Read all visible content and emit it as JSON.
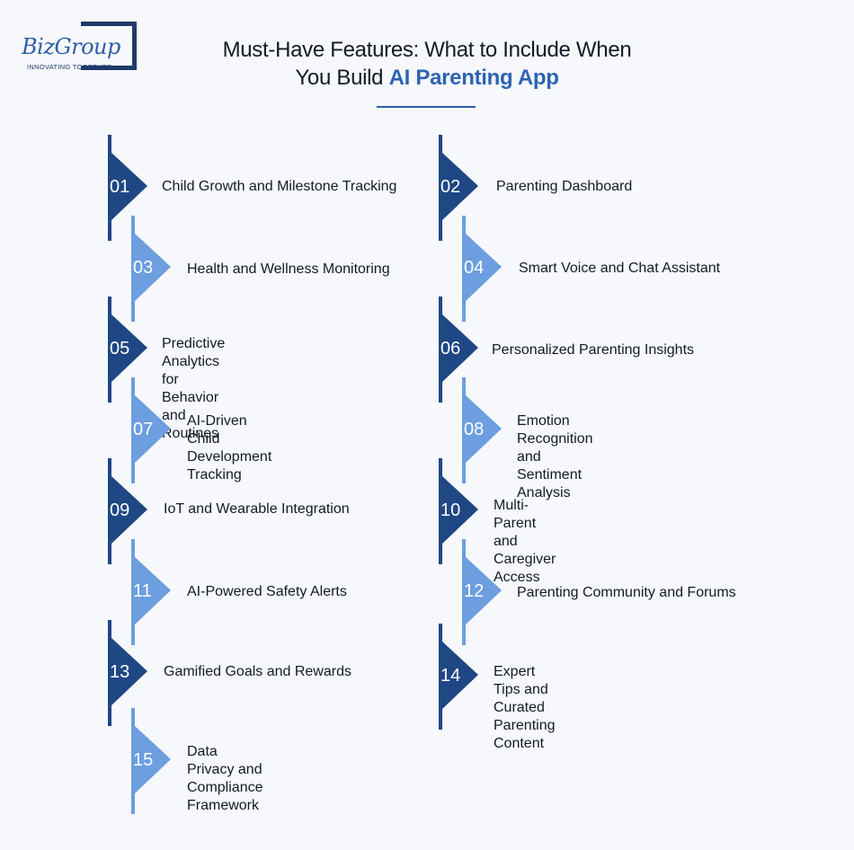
{
  "logo": {
    "word": "BizGroup",
    "tagline": "INNOVATING TOGETHER"
  },
  "title": {
    "line1": "Must-Have Features: What to Include When",
    "line2_prefix": "You Build ",
    "line2_highlight": "AI Parenting App"
  },
  "colors": {
    "dark": "#1f4784",
    "light": "#6c9ee0",
    "highlight": "#2e63b4"
  },
  "features": [
    {
      "num": "01",
      "label": "Child Growth and Milestone Tracking",
      "tone": "dark"
    },
    {
      "num": "02",
      "label": "Parenting Dashboard",
      "tone": "dark"
    },
    {
      "num": "03",
      "label": "Health and Wellness Monitoring",
      "tone": "light"
    },
    {
      "num": "04",
      "label": "Smart Voice and Chat Assistant",
      "tone": "light"
    },
    {
      "num": "05",
      "label": "Predictive Analytics for Behavior\nand Routines",
      "tone": "dark"
    },
    {
      "num": "06",
      "label": "Personalized Parenting Insights",
      "tone": "dark"
    },
    {
      "num": "07",
      "label": "AI-Driven Child Development\nTracking",
      "tone": "light"
    },
    {
      "num": "08",
      "label": "Emotion Recognition and\nSentiment Analysis",
      "tone": "light"
    },
    {
      "num": "09",
      "label": "IoT and Wearable Integration",
      "tone": "dark"
    },
    {
      "num": "10",
      "label": "Multi-Parent and Caregiver\nAccess",
      "tone": "dark"
    },
    {
      "num": "11",
      "label": "AI-Powered Safety Alerts",
      "tone": "light"
    },
    {
      "num": "12",
      "label": "Parenting Community and Forums",
      "tone": "light"
    },
    {
      "num": "13",
      "label": "Gamified Goals and Rewards",
      "tone": "dark"
    },
    {
      "num": "14",
      "label": "Expert Tips and Curated\nParenting Content",
      "tone": "dark"
    },
    {
      "num": "15",
      "label": "Data Privacy and Compliance\nFramework",
      "tone": "light"
    }
  ]
}
